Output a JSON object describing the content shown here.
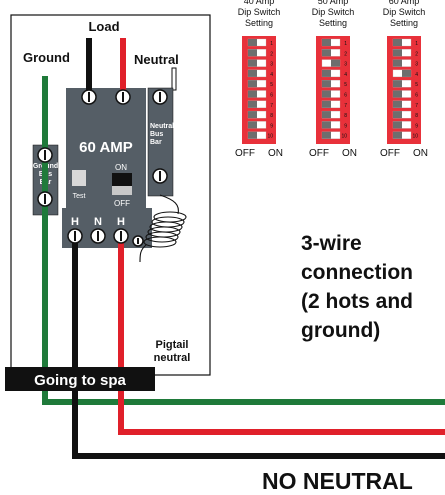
{
  "panel": {
    "load_label": "Load",
    "ground_label": "Ground",
    "neutral_label": "Neutral",
    "breaker_rating": "60 AMP",
    "on_label": "ON",
    "off_label": "OFF",
    "test_label": "Test",
    "ground_bus": [
      "Ground",
      "Bus",
      "Bar"
    ],
    "neutral_bus": [
      "Neutral",
      "Bus",
      "Bar"
    ],
    "terminals": [
      "H",
      "N",
      "H"
    ],
    "pigtail_label": [
      "Pigtail",
      "neutral"
    ]
  },
  "dip_switches": {
    "off_label": "OFF",
    "on_label": "ON",
    "switch_numbers": [
      "1",
      "2",
      "3",
      "4",
      "5",
      "6",
      "7",
      "8",
      "9",
      "10"
    ],
    "settings": [
      {
        "title": [
          "40 Amp",
          "Dip Switch",
          "Setting"
        ],
        "on_switches": []
      },
      {
        "title": [
          "50 Amp",
          "Dip Switch",
          "Setting"
        ],
        "on_switches": [
          3
        ]
      },
      {
        "title": [
          "60 Amp",
          "Dip Switch",
          "Setting"
        ],
        "on_switches": [
          4
        ]
      }
    ]
  },
  "connection_note": [
    "3-wire",
    "connection",
    "(2 hots and",
    "ground)"
  ],
  "spa_label": "Going to spa",
  "no_neutral_label": "NO NEUTRAL",
  "colors": {
    "ground_wire": "#1f7a3a",
    "hot_black": "#111111",
    "hot_red": "#e0202a",
    "breaker": "#555e66",
    "dip_red": "#e8313a",
    "label_bg": "#111111"
  }
}
